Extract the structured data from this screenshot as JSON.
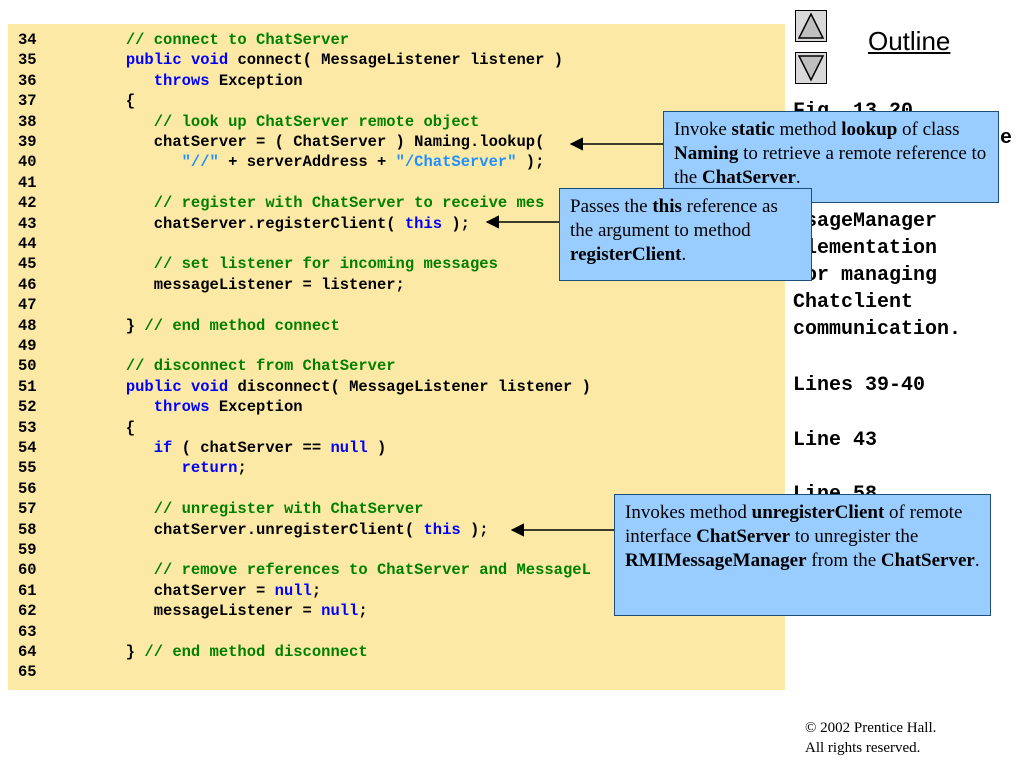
{
  "code_lines": [
    {
      "ln": "34",
      "tokens": [
        {
          "t": "      "
        },
        {
          "t": "// connect to ChatServer",
          "c": "comment"
        }
      ]
    },
    {
      "ln": "35",
      "tokens": [
        {
          "t": "      "
        },
        {
          "t": "public",
          "c": "keyword"
        },
        {
          "t": " "
        },
        {
          "t": "void",
          "c": "keyword"
        },
        {
          "t": " connect( MessageListener listener )"
        }
      ]
    },
    {
      "ln": "36",
      "tokens": [
        {
          "t": "         "
        },
        {
          "t": "throws",
          "c": "keyword"
        },
        {
          "t": " Exception"
        }
      ]
    },
    {
      "ln": "37",
      "tokens": [
        {
          "t": "      {"
        }
      ]
    },
    {
      "ln": "38",
      "tokens": [
        {
          "t": "         "
        },
        {
          "t": "// look up ChatServer remote object",
          "c": "comment"
        }
      ]
    },
    {
      "ln": "39",
      "tokens": [
        {
          "t": "         chatServer = ( ChatServer ) Naming.lookup("
        }
      ]
    },
    {
      "ln": "40",
      "tokens": [
        {
          "t": "            "
        },
        {
          "t": "\"//\"",
          "c": "string"
        },
        {
          "t": " + serverAddress + "
        },
        {
          "t": "\"/ChatServer\"",
          "c": "string"
        },
        {
          "t": " );"
        }
      ]
    },
    {
      "ln": "41",
      "tokens": []
    },
    {
      "ln": "42",
      "tokens": [
        {
          "t": "         "
        },
        {
          "t": "// register with ChatServer to receive mes",
          "c": "comment"
        }
      ]
    },
    {
      "ln": "43",
      "tokens": [
        {
          "t": "         chatServer.registerClient( "
        },
        {
          "t": "this",
          "c": "keyword"
        },
        {
          "t": " );"
        }
      ]
    },
    {
      "ln": "44",
      "tokens": []
    },
    {
      "ln": "45",
      "tokens": [
        {
          "t": "         "
        },
        {
          "t": "// set listener for incoming messages",
          "c": "comment"
        }
      ]
    },
    {
      "ln": "46",
      "tokens": [
        {
          "t": "         messageListener = listener;"
        }
      ]
    },
    {
      "ln": "47",
      "tokens": []
    },
    {
      "ln": "48",
      "tokens": [
        {
          "t": "      } "
        },
        {
          "t": "// end method connect",
          "c": "comment"
        }
      ]
    },
    {
      "ln": "49",
      "tokens": []
    },
    {
      "ln": "50",
      "tokens": [
        {
          "t": "      "
        },
        {
          "t": "// disconnect from ChatServer",
          "c": "comment"
        }
      ]
    },
    {
      "ln": "51",
      "tokens": [
        {
          "t": "      "
        },
        {
          "t": "public",
          "c": "keyword"
        },
        {
          "t": " "
        },
        {
          "t": "void",
          "c": "keyword"
        },
        {
          "t": " disconnect( MessageListener listener )"
        }
      ]
    },
    {
      "ln": "52",
      "tokens": [
        {
          "t": "         "
        },
        {
          "t": "throws",
          "c": "keyword"
        },
        {
          "t": " Exception"
        }
      ]
    },
    {
      "ln": "53",
      "tokens": [
        {
          "t": "      {"
        }
      ]
    },
    {
      "ln": "54",
      "tokens": [
        {
          "t": "         "
        },
        {
          "t": "if",
          "c": "keyword"
        },
        {
          "t": " ( chatServer == "
        },
        {
          "t": "null",
          "c": "keyword"
        },
        {
          "t": " )"
        }
      ]
    },
    {
      "ln": "55",
      "tokens": [
        {
          "t": "            "
        },
        {
          "t": "return",
          "c": "keyword"
        },
        {
          "t": ";"
        }
      ]
    },
    {
      "ln": "56",
      "tokens": []
    },
    {
      "ln": "57",
      "tokens": [
        {
          "t": "         "
        },
        {
          "t": "// unregister with ChatServer",
          "c": "comment"
        }
      ]
    },
    {
      "ln": "58",
      "tokens": [
        {
          "t": "         chatServer.unregisterClient( "
        },
        {
          "t": "this",
          "c": "keyword"
        },
        {
          "t": " );"
        }
      ]
    },
    {
      "ln": "59",
      "tokens": []
    },
    {
      "ln": "60",
      "tokens": [
        {
          "t": "         "
        },
        {
          "t": "// remove references to ChatServer and MessageL",
          "c": "comment"
        }
      ]
    },
    {
      "ln": "61",
      "tokens": [
        {
          "t": "         chatServer = "
        },
        {
          "t": "null",
          "c": "keyword"
        },
        {
          "t": ";"
        }
      ]
    },
    {
      "ln": "62",
      "tokens": [
        {
          "t": "         messageListener = "
        },
        {
          "t": "null",
          "c": "keyword"
        },
        {
          "t": ";"
        }
      ]
    },
    {
      "ln": "63",
      "tokens": []
    },
    {
      "ln": "64",
      "tokens": [
        {
          "t": "      } "
        },
        {
          "t": "// end method disconnect",
          "c": "comment"
        }
      ]
    },
    {
      "ln": "65",
      "tokens": []
    }
  ],
  "outline": {
    "title": "Outline",
    "up_icon": "triangle-up-icon",
    "down_icon": "triangle-down-icon"
  },
  "side_texts": {
    "fig": "Fig. 13.20",
    "desc_tail": "e",
    "desc_lines": "ssageManager\nplementation\nfor managing\nChatclient\ncommunication.",
    "lines_39_40": "Lines 39-40",
    "line_43": "Line 43",
    "line_58": "Line 58"
  },
  "callouts": {
    "lookup": [
      {
        "t": "Invoke "
      },
      {
        "t": "static",
        "b": true
      },
      {
        "t": " method "
      },
      {
        "t": "lookup",
        "b": true
      },
      {
        "t": " of class "
      },
      {
        "t": "Naming",
        "b": true
      },
      {
        "t": " to retrieve a remote reference to the "
      },
      {
        "t": "ChatServer",
        "b": true
      },
      {
        "t": "."
      }
    ],
    "register": [
      {
        "t": "Passes the "
      },
      {
        "t": "this",
        "b": true
      },
      {
        "t": " reference as the argument to method "
      },
      {
        "t": "registerClient",
        "b": true
      },
      {
        "t": "."
      }
    ],
    "unregister": [
      {
        "t": "Invokes method "
      },
      {
        "t": "unregisterClient",
        "b": true
      },
      {
        "t": " of remote interface "
      },
      {
        "t": "ChatServer",
        "b": true
      },
      {
        "t": " to unregister the "
      },
      {
        "t": "RMIMessageManager",
        "b": true
      },
      {
        "t": " from the "
      },
      {
        "t": "ChatServer",
        "b": true
      },
      {
        "t": "."
      }
    ]
  },
  "footer": {
    "copyright_1": "© 2002 Prentice Hall.",
    "copyright_2": "All rights reserved."
  },
  "colors": {
    "code_bg": "#fde9a6",
    "comment": "#008000",
    "keyword": "#0000ff",
    "string": "#1e90ff",
    "callout_bg": "#99ccff"
  }
}
